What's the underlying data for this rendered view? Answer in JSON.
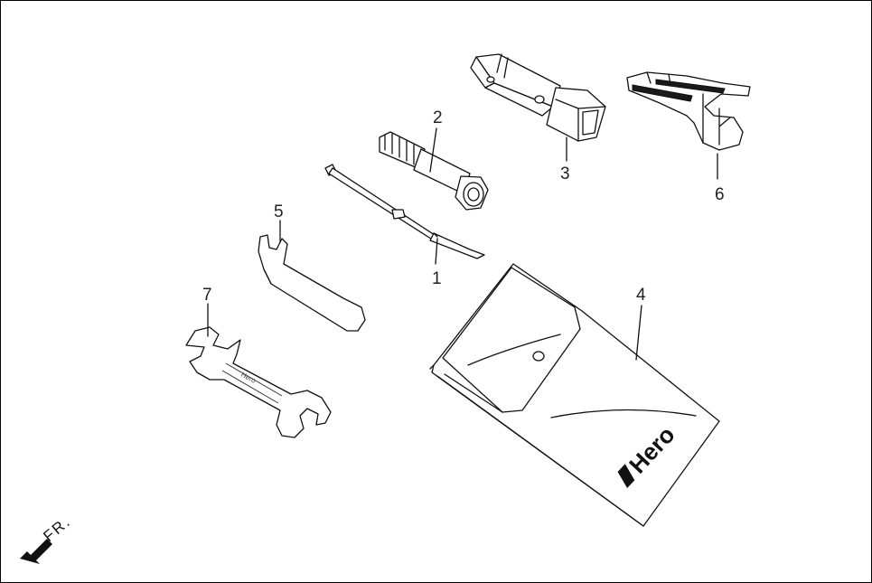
{
  "callouts": {
    "c1": "1",
    "c2": "2",
    "c3": "3",
    "c4": "4",
    "c5": "5",
    "c6": "6",
    "c7": "7"
  },
  "direction_label": "FR.",
  "pouch_brand": "Hero",
  "wrench_marking": "Hero"
}
